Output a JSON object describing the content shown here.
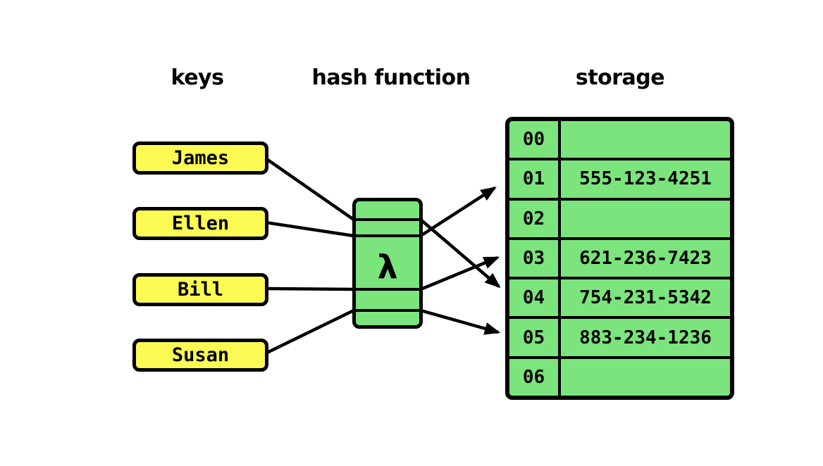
{
  "headers": {
    "keys": "keys",
    "hash_function": "hash function",
    "storage": "storage"
  },
  "keys": [
    "James",
    "Ellen",
    "Bill",
    "Susan"
  ],
  "hash_function_symbol": "λ",
  "storage_rows": [
    {
      "index": "00",
      "value": ""
    },
    {
      "index": "01",
      "value": "555-123-4251"
    },
    {
      "index": "02",
      "value": ""
    },
    {
      "index": "03",
      "value": "621-236-7423"
    },
    {
      "index": "04",
      "value": "754-231-5342"
    },
    {
      "index": "05",
      "value": "883-234-1236"
    },
    {
      "index": "06",
      "value": ""
    }
  ],
  "connections": [
    {
      "key": "James",
      "slot": "04"
    },
    {
      "key": "Ellen",
      "slot": "01"
    },
    {
      "key": "Bill",
      "slot": "03"
    },
    {
      "key": "Susan",
      "slot": "05"
    }
  ],
  "colors": {
    "key_fill": "#fbfb53",
    "cell_fill": "#7ce47c",
    "line": "#000000",
    "background": "#ffffff"
  }
}
